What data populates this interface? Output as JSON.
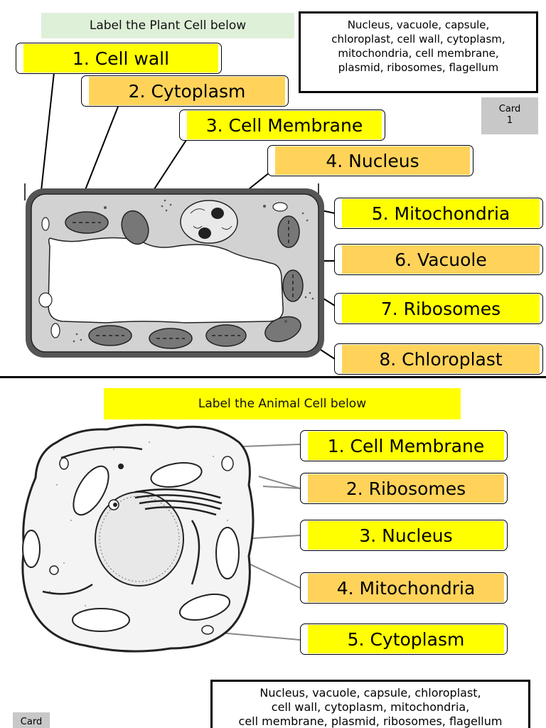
{
  "plant": {
    "title": "Label the Plant Cell below",
    "word_bank": "Nucleus, vacuole, capsule,\nchloroplast, cell wall, cytoplasm,\nmitochondria, cell membrane,\nplasmid, ribosomes, flagellum",
    "card": "Card\n1",
    "labels": [
      "1. Cell wall",
      "2. Cytoplasm",
      "3. Cell Membrane",
      "4. Nucleus",
      "5. Mitochondria",
      "6. Vacuole",
      "7. Ribosomes",
      "8. Chloroplast"
    ]
  },
  "animal": {
    "title": "Label the Animal Cell below",
    "word_bank": "Nucleus, vacuole, capsule, chloroplast,\ncell wall, cytoplasm, mitochondria,\ncell membrane, plasmid, ribosomes, flagellum",
    "card": "Card",
    "labels": [
      "1. Cell Membrane",
      "2. Ribosomes",
      "3. Nucleus",
      "4. Mitochondria",
      "5. Cytoplasm"
    ]
  },
  "colors": {
    "yellow": "#ffff00",
    "orange": "#ffd35a",
    "title_plant_bg": "#dff0d8",
    "title_animal_bg": "#ffff00",
    "card_bg": "#c8c8c8"
  }
}
